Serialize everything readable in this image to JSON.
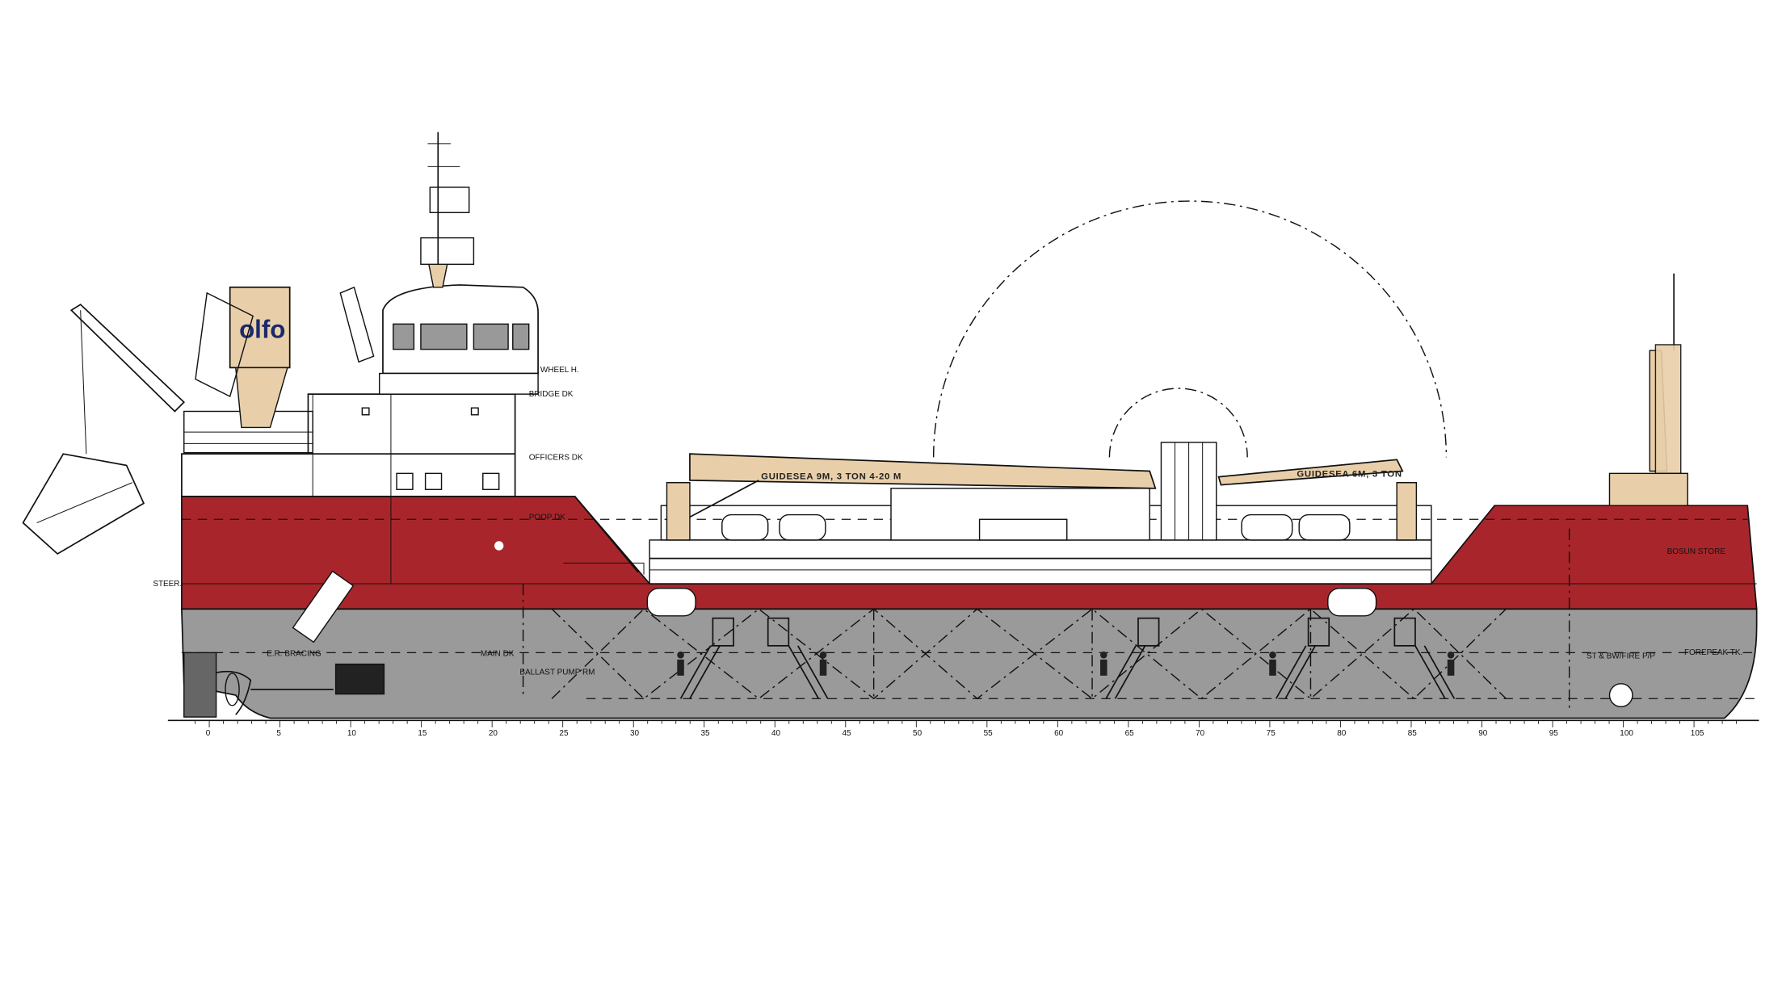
{
  "colors": {
    "hull_bottom": "#9a9a9a",
    "hull_top": "#a8262b",
    "superstructure": "#ffffff",
    "funnel": "#e9cfa9",
    "outline": "#111111",
    "logo": "#1b2a6b"
  },
  "drawing": {
    "logo_text": "olfo",
    "crane_label_main": "GUIDESEA 9M, 3 TON 4-20 M",
    "crane_label_fwd": "GUIDESEA 6M, 3 TON",
    "labels": {
      "wheel_deck": "WHEEL H.",
      "bridge_deck": "BRIDGE DK",
      "officers_deck": "OFFICERS DK",
      "poop_deck": "POOP DK",
      "steering": "STEER.",
      "ballast_pump": "BALLAST PUMP RM",
      "ballast_pump_line2": "PUMP RM",
      "bosun_store": "BOSUN STORE",
      "forepeak": "FOREPEAK TK.",
      "fwd_pump": "ST & BW/FIRE P/P",
      "eng_room": "E.R. BRACING",
      "main_deck": "MAIN DK"
    }
  },
  "frame_scale": {
    "ticks": [
      "0",
      "5",
      "10",
      "15",
      "20",
      "25",
      "30",
      "35",
      "40",
      "45",
      "50",
      "55",
      "60",
      "65",
      "70",
      "75",
      "80",
      "85",
      "90",
      "95",
      "100",
      "105"
    ]
  }
}
